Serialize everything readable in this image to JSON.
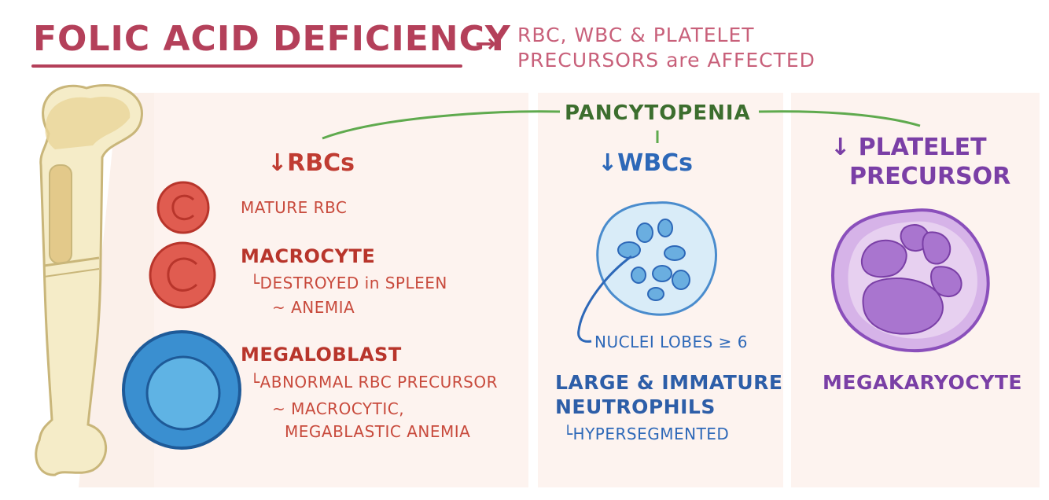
{
  "header": {
    "title": "FOLIC ACID DEFICIENCY",
    "arrow": "→",
    "subtitle_line1": "RBC, WBC & PLATELET",
    "subtitle_line2": "PRECURSORS are AFFECTED"
  },
  "pancytopenia": "PANCYTOPENIA",
  "rbc": {
    "heading": "↓RBCs",
    "mature_label": "MATURE RBC",
    "macrocyte_label": "MACROCYTE",
    "macrocyte_sub1": "└DESTROYED in SPLEEN",
    "macrocyte_sub2": "~ ANEMIA",
    "megaloblast_label": "MEGALOBLAST",
    "megaloblast_sub1": "└ABNORMAL RBC PRECURSOR",
    "megaloblast_sub2": "~ MACROCYTIC,",
    "megaloblast_sub3": "MEGABLASTIC ANEMIA"
  },
  "wbc": {
    "heading": "↓WBCs",
    "nuclei_label": "NUCLEI LOBES ≥ 6",
    "desc_line1": "LARGE & IMMATURE",
    "desc_line2": "NEUTROPHILS",
    "sub": "└HYPERSEGMENTED"
  },
  "platelet": {
    "heading_line1": "↓ PLATELET",
    "heading_line2": "PRECURSOR",
    "cell_label": "MEGAKARYOCYTE"
  },
  "colors": {
    "title": "#b4405a",
    "rbc": "#c03c32",
    "wbc": "#2d68b8",
    "platelet": "#7a3fa6",
    "pancytopenia": "#3c6e2e",
    "panel_bg": "#fdf3ef",
    "bone": "#e9d9a4"
  },
  "icons": [
    "femur-bone-icon",
    "mature-rbc-icon",
    "macrocyte-icon",
    "megaloblast-icon",
    "neutrophil-icon",
    "megakaryocyte-icon"
  ]
}
